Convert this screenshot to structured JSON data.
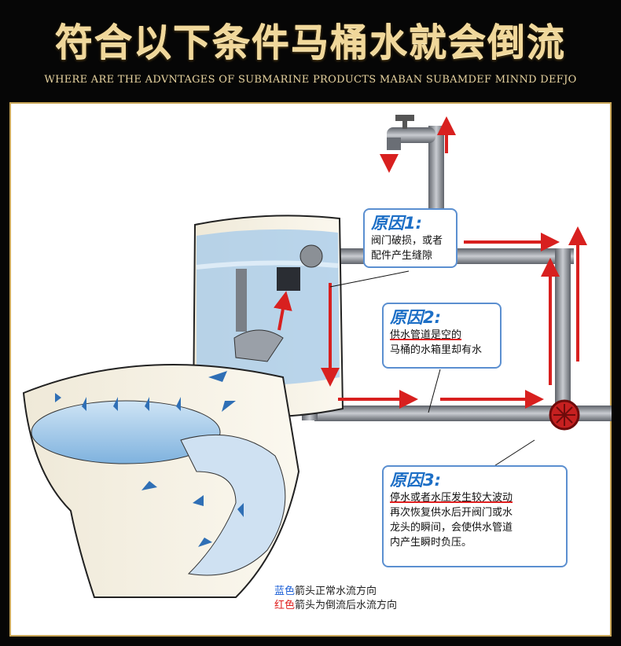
{
  "header": {
    "title": "符合以下条件马桶水就会倒流",
    "subtitle": "WHERE ARE THE ADVNTAGES OF SUBMARINE PRODUCTS MABAN SUBAMDEF MINND DEFJO"
  },
  "callouts": [
    {
      "heading": "原因1:",
      "line1": "阀门破损，或者",
      "line2": "配件产生缝隙"
    },
    {
      "heading": "原因2:",
      "line1": "供水管道是空的",
      "line2": "马桶的水箱里却有水"
    },
    {
      "heading": "原因3:",
      "line1": "停水或者水压发生较大波动",
      "line2": "再次恢复供水后开阀门或水",
      "line3": "龙头的瞬间，会使供水管道",
      "line4": "内产生瞬时负压。"
    }
  ],
  "legend": {
    "blue_word": "蓝色",
    "blue_rest": "箭头正常水流方向",
    "red_word": "红色",
    "red_rest": "箭头为倒流后水流方向"
  },
  "colors": {
    "blue_arrow": "#2f6fb5",
    "red_arrow": "#d8201f",
    "accent_gold": "#f0d79a",
    "callout_border": "#5b8fd0"
  }
}
